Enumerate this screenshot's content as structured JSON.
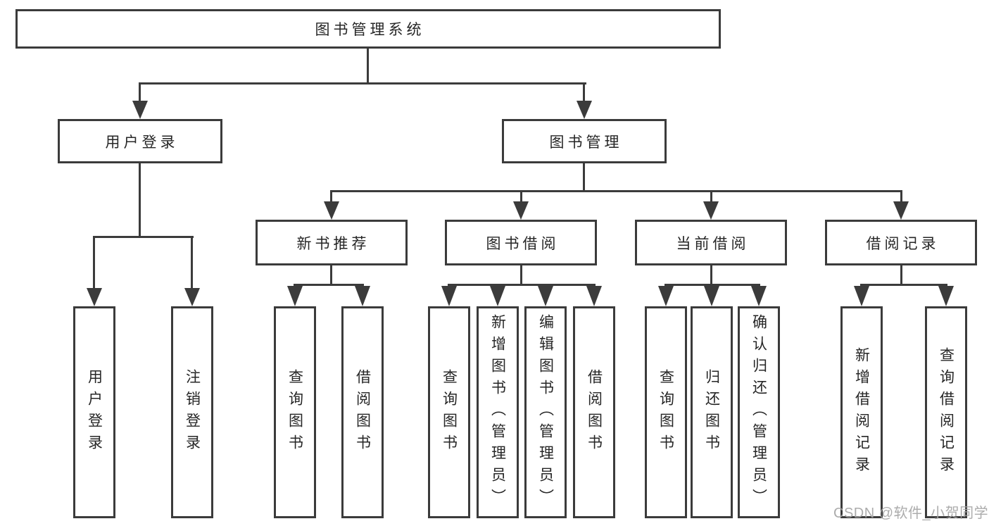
{
  "diagram": {
    "root_label": "图书管理系统",
    "branches": [
      {
        "label": "用户登录",
        "children": [
          {
            "label": "用户登录"
          },
          {
            "label": "注销登录"
          }
        ]
      },
      {
        "label": "图书管理",
        "children": [
          {
            "label": "新书推荐",
            "children": [
              {
                "label": "查询图书"
              },
              {
                "label": "借阅图书"
              }
            ]
          },
          {
            "label": "图书借阅",
            "children": [
              {
                "label": "查询图书"
              },
              {
                "label": "新增图书（管理员）"
              },
              {
                "label": "编辑图书（管理员）"
              },
              {
                "label": "借阅图书"
              }
            ]
          },
          {
            "label": "当前借阅",
            "children": [
              {
                "label": "查询图书"
              },
              {
                "label": "归还图书"
              },
              {
                "label": "确认归还（管理员）"
              }
            ]
          },
          {
            "label": "借阅记录",
            "children": [
              {
                "label": "新增借阅记录"
              },
              {
                "label": "查询借阅记录"
              }
            ]
          }
        ]
      }
    ]
  },
  "watermark": {
    "text": "CSDN @软件_小贺同学"
  },
  "colors": {
    "ink": "#3b3b3b",
    "text": "#262626",
    "watermark_text": "#a5a5a5",
    "background": "#ffffff"
  }
}
